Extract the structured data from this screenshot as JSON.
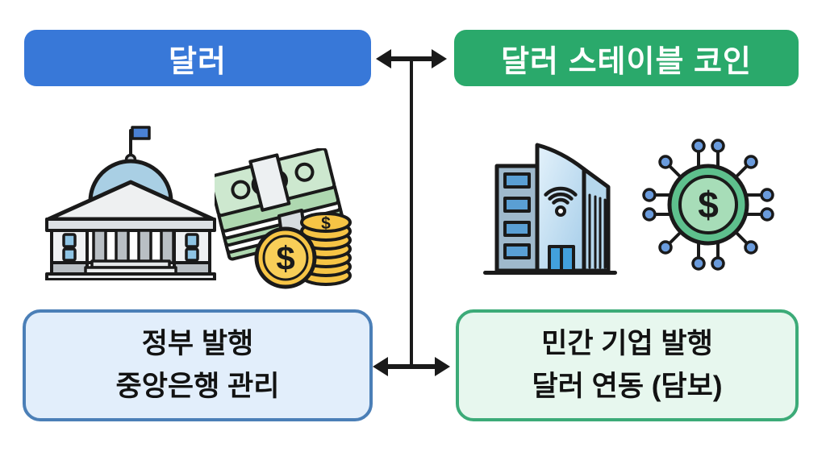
{
  "left_column": {
    "header_label": "달러",
    "detail_line1": "정부 발행",
    "detail_line2": "중앙은행 관리",
    "icons": [
      {
        "name": "government-building-icon"
      },
      {
        "name": "cash-and-coins-icon"
      }
    ]
  },
  "right_column": {
    "header_label": "달러 스테이블 코인",
    "detail_line1": "민간 기업 발행",
    "detail_line2": "달러 연동 (담보)",
    "icons": [
      {
        "name": "smart-building-icon"
      },
      {
        "name": "digital-coin-network-icon"
      }
    ]
  },
  "icon_text": {
    "dollar_sign": "$"
  },
  "colors": {
    "background": "#ffffff",
    "dollar_header_bg": "#3878d8",
    "stablecoin_header_bg": "#2aa96b",
    "header_text": "#ffffff",
    "dollar_detail_bg": "#e2eefb",
    "dollar_detail_border": "#4b7fb7",
    "stablecoin_detail_bg": "#e7f7ee",
    "stablecoin_detail_border": "#3cab78",
    "detail_text": "#121212",
    "arrow": "#1a1a1a",
    "dome_blue": "#a9cfe4",
    "flag_blue": "#4a81d4",
    "cash_green": "#cde8cf",
    "coin_gold": "#f6c445",
    "glass_blue": "#b5d7ec",
    "coin_green": "#5ec08d",
    "node_blue": "#6a9bdc"
  }
}
